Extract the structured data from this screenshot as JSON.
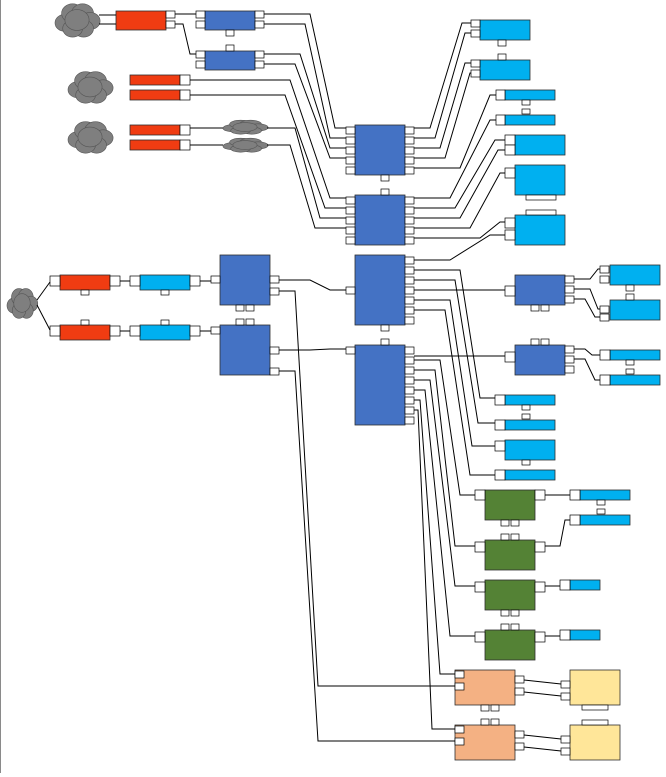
{
  "diagram": {
    "colors": {
      "cloud": "#7f7f7f",
      "red": "#f03c12",
      "blue": "#4472c4",
      "cyan": "#00b0f0",
      "green": "#548235",
      "orange": "#f4b183",
      "yellow": "#ffe699",
      "line": "#000000",
      "port": "#ffffff"
    },
    "port_labels_note": "",
    "node_kinds": [
      "cloud",
      "red-device",
      "blue-device",
      "cyan-device",
      "green-device",
      "orange-device",
      "yellow-device"
    ]
  }
}
